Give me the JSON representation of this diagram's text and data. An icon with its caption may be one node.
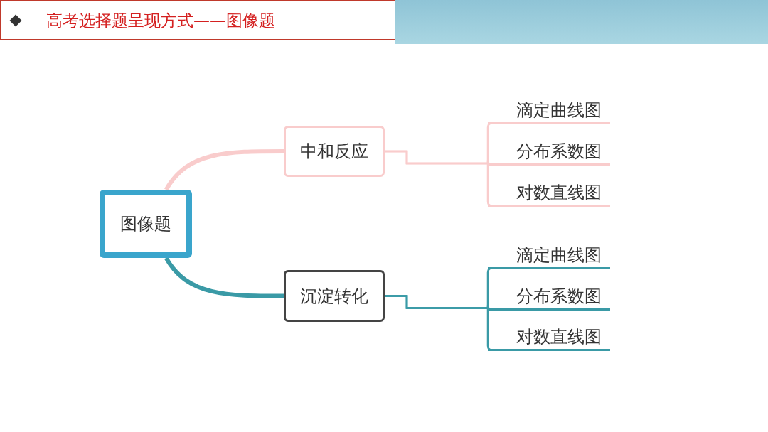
{
  "diagram": {
    "title": "高考选择题呈现方式——图像题",
    "nodes": [
      {
        "text": [
          "图像题"
        ]
      },
      {
        "text": [
          "中和反应"
        ]
      },
      {
        "text": [
          "沉淀转化"
        ]
      },
      {
        "text": [
          "滴定曲线图"
        ]
      },
      {
        "text": [
          "分布系数图"
        ]
      },
      {
        "text": [
          "对数直线图"
        ]
      },
      {
        "text": [
          "滴定曲线图"
        ]
      },
      {
        "text": [
          "分布系数图"
        ]
      },
      {
        "text": [
          "对数直线图"
        ]
      }
    ],
    "edges": [
      {
        "from": 0,
        "to": 1,
        "arrow": "none",
        "style": "thick",
        "color": "#f9cccc"
      },
      {
        "from": 0,
        "to": 2,
        "arrow": "none",
        "style": "thick",
        "color": "#3a9aa6"
      },
      {
        "from": 1,
        "to": 3,
        "arrow": "none",
        "color": "#f9cccc"
      },
      {
        "from": 1,
        "to": 4,
        "arrow": "none",
        "color": "#f9cccc"
      },
      {
        "from": 1,
        "to": 5,
        "arrow": "none",
        "color": "#f9cccc"
      },
      {
        "from": 2,
        "to": 6,
        "arrow": "none",
        "color": "#3a9aa6"
      },
      {
        "from": 2,
        "to": 7,
        "arrow": "none",
        "color": "#3a9aa6"
      },
      {
        "from": 2,
        "to": 8,
        "arrow": "none",
        "color": "#3a9aa6"
      }
    ]
  }
}
